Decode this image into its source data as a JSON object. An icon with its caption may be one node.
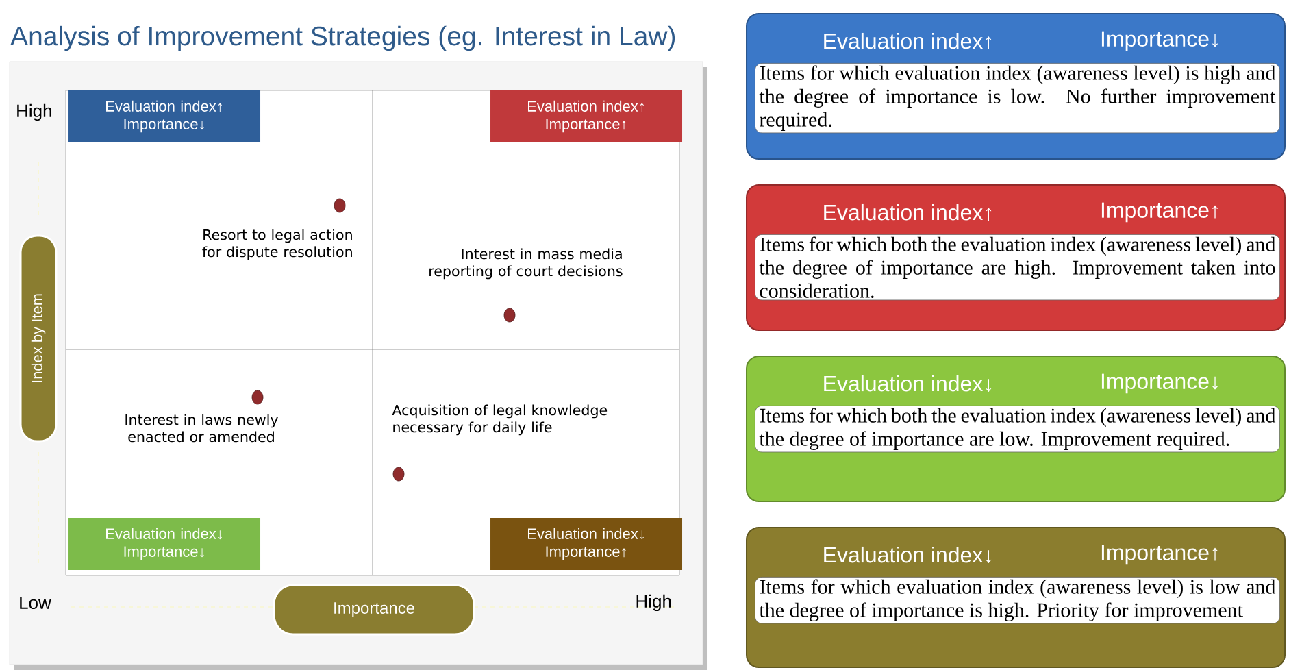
{
  "diagram": {
    "title": "Analysis of Improvement Strategies (eg. Interest in Law)",
    "nodes": [
      {
        "text": [
          "Evaluation index↑ Importance↓"
        ]
      },
      {
        "text": [
          "Evaluation index↑ Importance↑"
        ]
      },
      {
        "text": [
          "Evaluation index↓ Importance↓"
        ]
      },
      {
        "text": [
          "Evaluation index↓ Importance↑"
        ]
      },
      {
        "text": [
          "Index by Item"
        ]
      },
      {
        "text": [
          "Importance"
        ]
      },
      {
        "text": [
          "Evaluation index↑",
          "Importance↓",
          "Items for which evaluation index (awareness level) is high and the degree of importance is low. No further improvement required."
        ]
      },
      {
        "text": [
          "Evaluation index↑",
          "Importance↑",
          "Items for which both the evaluation index (awareness level) and the degree of importance are high. Improvement taken into consideration."
        ]
      },
      {
        "text": [
          "Evaluation index↓",
          "Importance↓",
          "Items for which both the evaluation index (awareness level) and the degree of importance are low. Improvement required."
        ]
      },
      {
        "text": [
          "Evaluation index↓",
          "Importance↑",
          "Items for which evaluation index (awareness level) is low and the degree of importance is high. Priority for improvement"
        ]
      }
    ],
    "labels": [
      "High",
      "Resort to legal action for dispute resolution",
      "Interest in mass media reporting of court decisions",
      "Interest in laws newly enacted or amended",
      "Acquisition of legal knowledge necessary for daily life",
      "Low",
      "High"
    ]
  }
}
